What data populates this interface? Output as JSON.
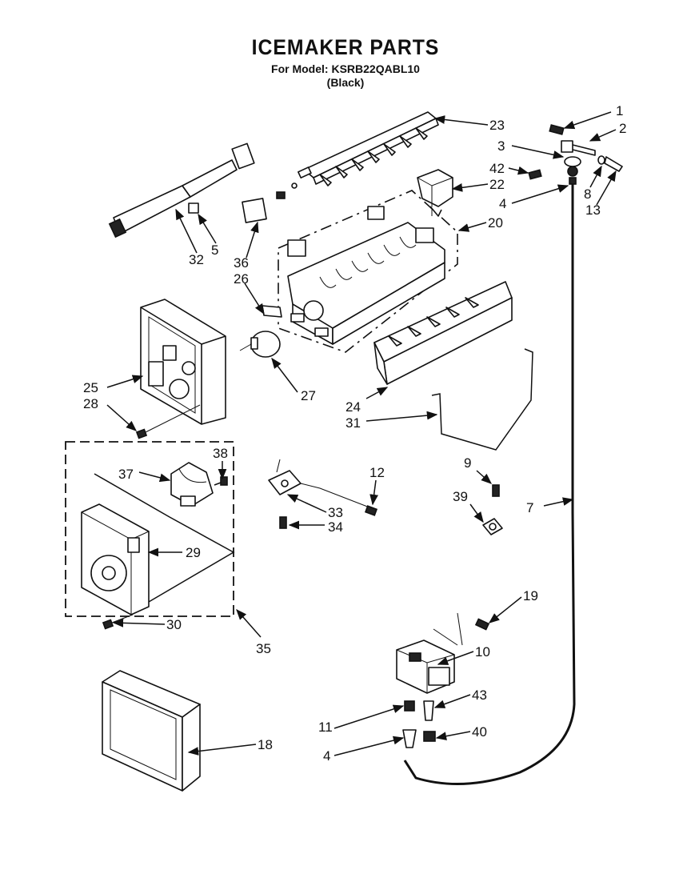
{
  "header": {
    "title": "ICEMAKER PARTS",
    "model_line": "For Model: KSRB22QABL10",
    "variant": "(Black)"
  },
  "callouts": [
    {
      "id": "c1",
      "text": "1"
    },
    {
      "id": "c2",
      "text": "2"
    },
    {
      "id": "c3",
      "text": "3"
    },
    {
      "id": "c42",
      "text": "42"
    },
    {
      "id": "c22",
      "text": "22"
    },
    {
      "id": "c4a",
      "text": "4"
    },
    {
      "id": "c8",
      "text": "8"
    },
    {
      "id": "c13",
      "text": "13"
    },
    {
      "id": "c23",
      "text": "23"
    },
    {
      "id": "c20",
      "text": "20"
    },
    {
      "id": "c32",
      "text": "32"
    },
    {
      "id": "c5",
      "text": "5"
    },
    {
      "id": "c36",
      "text": "36"
    },
    {
      "id": "c26",
      "text": "26"
    },
    {
      "id": "c25",
      "text": "25"
    },
    {
      "id": "c28",
      "text": "28"
    },
    {
      "id": "c27",
      "text": "27"
    },
    {
      "id": "c24",
      "text": "24"
    },
    {
      "id": "c31",
      "text": "31"
    },
    {
      "id": "c38",
      "text": "38"
    },
    {
      "id": "c37",
      "text": "37"
    },
    {
      "id": "c12",
      "text": "12"
    },
    {
      "id": "c9",
      "text": "9"
    },
    {
      "id": "c39",
      "text": "39"
    },
    {
      "id": "c7",
      "text": "7"
    },
    {
      "id": "c33",
      "text": "33"
    },
    {
      "id": "c34",
      "text": "34"
    },
    {
      "id": "c29",
      "text": "29"
    },
    {
      "id": "c30",
      "text": "30"
    },
    {
      "id": "c35",
      "text": "35"
    },
    {
      "id": "c19",
      "text": "19"
    },
    {
      "id": "c10",
      "text": "10"
    },
    {
      "id": "c43",
      "text": "43"
    },
    {
      "id": "c11",
      "text": "11"
    },
    {
      "id": "c40",
      "text": "40"
    },
    {
      "id": "c4b",
      "text": "4"
    },
    {
      "id": "c18",
      "text": "18"
    }
  ]
}
